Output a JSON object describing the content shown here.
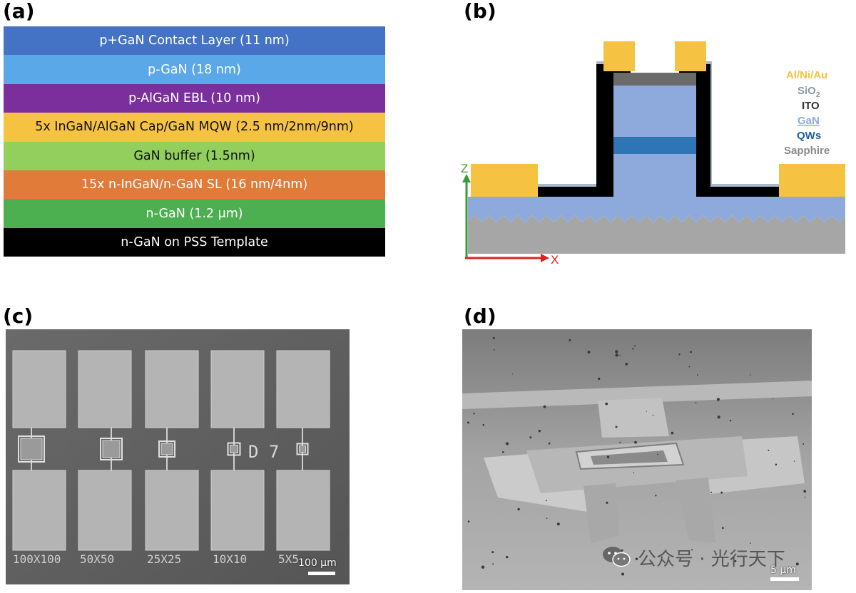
{
  "panels": {
    "a": {
      "label": "(a)"
    },
    "b": {
      "label": "(b)"
    },
    "c": {
      "label": "(c)"
    },
    "d": {
      "label": "(d)"
    }
  },
  "stack": {
    "layers": [
      {
        "text": "p+GaN Contact Layer (11 nm)",
        "color": "#4472c4"
      },
      {
        "text": "p-GaN (18 nm)",
        "color": "#5aa8e8"
      },
      {
        "text": "p-AlGaN EBL (10 nm)",
        "color": "#7a2f9c"
      },
      {
        "text": "5x InGaN/AlGaN Cap/GaN MQW (2.5 nm/2nm/9nm)",
        "color": "#f5c242"
      },
      {
        "text": "GaN buffer (1.5nm)",
        "color": "#92cf5c"
      },
      {
        "text": "15x n-InGaN/n-GaN SL (16 nm/4nm)",
        "color": "#e07b39"
      },
      {
        "text": "n-GaN (1.2 μm)",
        "color": "#4caf50"
      },
      {
        "text": "n-GaN on PSS Template",
        "color": "#000000"
      }
    ]
  },
  "diagram_b": {
    "legend": {
      "metal": "Al/Ni/Au",
      "sio2_base": "SiO",
      "sio2_sub": "2",
      "ito": "ITO",
      "gan": "GaN",
      "qws": "QWs",
      "sapphire": "Sapphire"
    },
    "colors": {
      "metal": "#f5c242",
      "sio2": "#a9b8cc",
      "ito": "#6b6b6b",
      "gan": "#8ea9db",
      "qws": "#2e75b6",
      "sapphire": "#a6a6a6",
      "z_axis": "#3a9a3a",
      "x_axis": "#e02020",
      "legend_sio2": "#8a96a8",
      "legend_ito": "#333333",
      "legend_gan": "#8ea9db",
      "legend_qws": "#1f5f9e",
      "legend_sapphire": "#8a8a8a"
    },
    "axes": {
      "z": "Z",
      "x": "X"
    }
  },
  "sem_c": {
    "labels": [
      "100X100",
      "50X50",
      "25X25",
      "10X10",
      "5X5"
    ],
    "die_mark": "D 7",
    "scale": "100 μm"
  },
  "sem_d": {
    "scale": "5 μm"
  },
  "watermark": {
    "text": "公众号 · 光行天下"
  }
}
